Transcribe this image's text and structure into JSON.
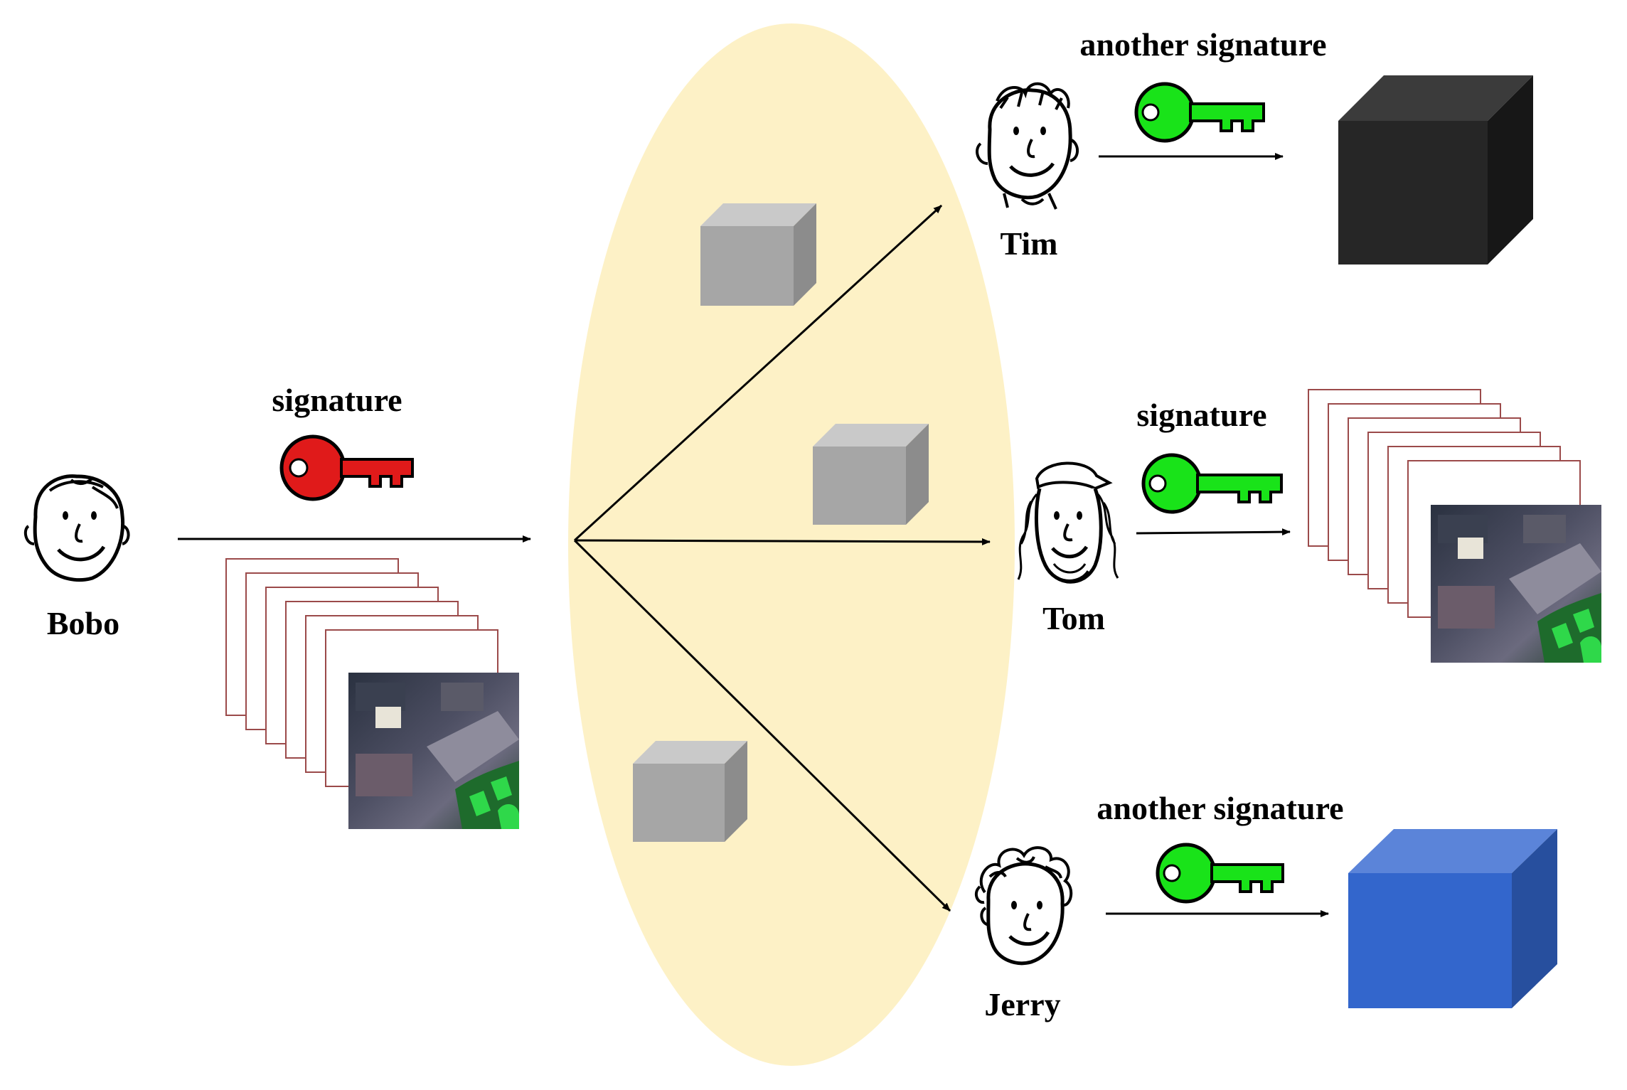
{
  "colors": {
    "ellipse": "#fdf1c6",
    "key_red": "#e01a1a",
    "key_green": "#19e319",
    "cube_gray_front": "#a6a6a6",
    "cube_gray_top": "#c9c9c9",
    "cube_gray_side": "#8c8c8c",
    "cube_black_front": "#262626",
    "cube_black_top": "#3b3b3b",
    "cube_black_side": "#171717",
    "cube_blue_front": "#3366cc",
    "cube_blue_top": "#5b84d9",
    "cube_blue_side": "#274f9e",
    "frame_stroke": "#9b4a4a",
    "arrow": "#000000"
  },
  "people": {
    "bobo": {
      "name": "Bobo",
      "icon": "face-icon"
    },
    "tim": {
      "name": "Tim",
      "icon": "face-icon"
    },
    "tom": {
      "name": "Tom",
      "icon": "face-with-cap-icon"
    },
    "jerry": {
      "name": "Jerry",
      "icon": "curly-hair-face-icon"
    }
  },
  "keys": {
    "bobo": {
      "label": "signature",
      "color": "red",
      "icon": "key-icon"
    },
    "tim": {
      "label": "another signature",
      "color": "green",
      "icon": "key-icon"
    },
    "tom": {
      "label": "signature",
      "color": "green",
      "icon": "key-icon"
    },
    "jerry": {
      "label": "another signature",
      "color": "green",
      "icon": "key-icon"
    }
  },
  "outputs": {
    "tim": "black-cube",
    "tom": "image-stack",
    "jerry": "blue-cube"
  },
  "input": "image-stack",
  "encrypted_cubes": 3
}
